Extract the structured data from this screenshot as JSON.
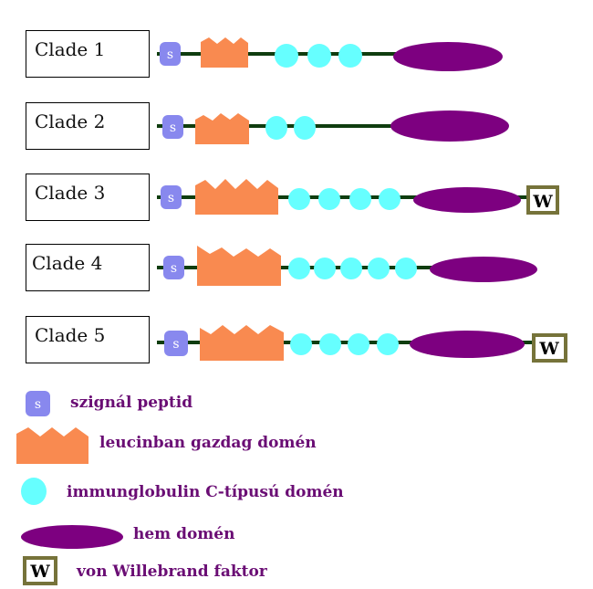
{
  "colors": {
    "backbone": "#0f3d0f",
    "signal": "#8888ee",
    "leucine": "#f98a50",
    "ig": "#66ffff",
    "heme": "#7d0080",
    "vwf_border": "#76733a",
    "legend_text": "#6a0d74"
  },
  "clades": [
    {
      "label": "Clade 1",
      "signal_letter": "s",
      "ig_count": 3,
      "vwf": false,
      "vwf_letter": ""
    },
    {
      "label": "Clade 2",
      "signal_letter": "s",
      "ig_count": 2,
      "vwf": false,
      "vwf_letter": ""
    },
    {
      "label": "Clade 3",
      "signal_letter": "s",
      "ig_count": 4,
      "vwf": true,
      "vwf_letter": "W"
    },
    {
      "label": "Clade 4",
      "signal_letter": "s",
      "ig_count": 5,
      "vwf": false,
      "vwf_letter": ""
    },
    {
      "label": "Clade 5",
      "signal_letter": "s",
      "ig_count": 4,
      "vwf": true,
      "vwf_letter": "W"
    }
  ],
  "legend": {
    "signal_letter": "s",
    "signal_label": "szignál peptid",
    "leucine_label": "leucinban gazdag domén",
    "ig_label": "immunglobulin C-típusú domén",
    "heme_label": "hem domén",
    "vwf_letter": "W",
    "vwf_label": "von Willebrand faktor"
  }
}
